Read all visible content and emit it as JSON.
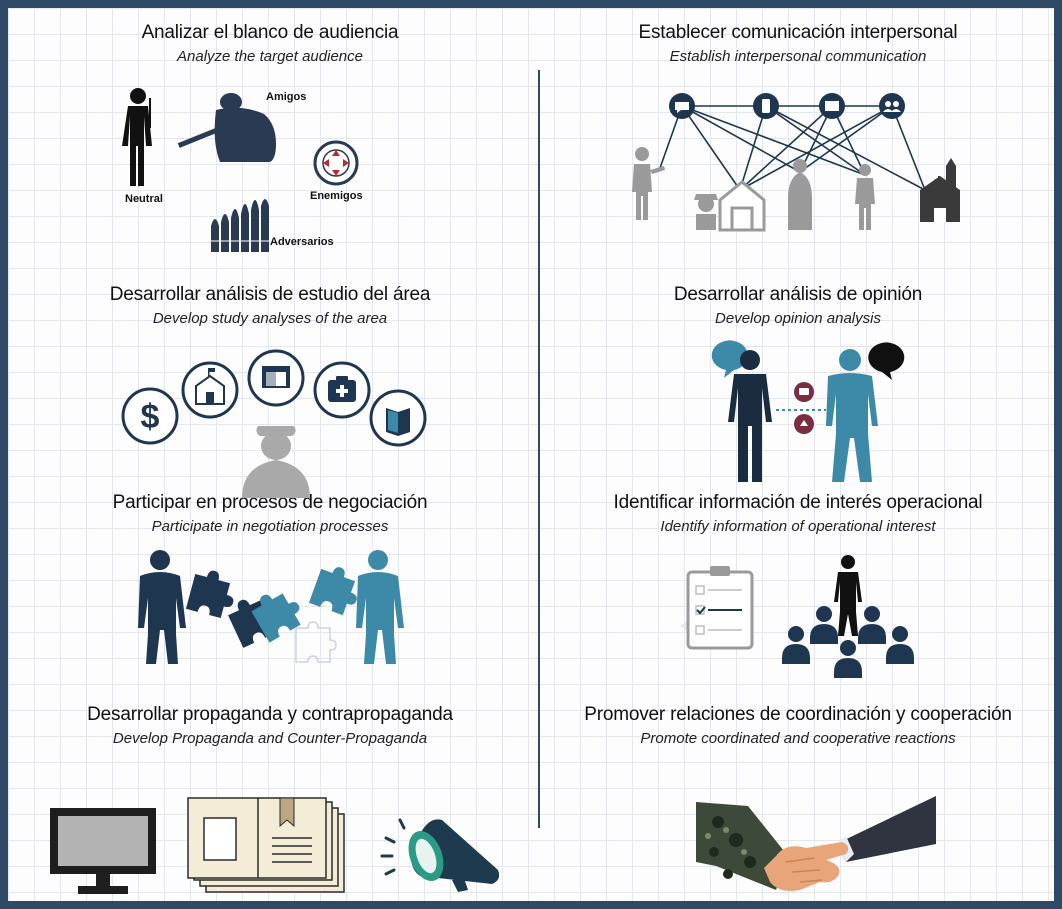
{
  "sections": [
    {
      "title_es": "Analizar el blanco de audiencia",
      "title_en": "Analyze the target audience"
    },
    {
      "title_es": "Establecer comunicación interpersonal",
      "title_en": "Establish interpersonal communication"
    },
    {
      "title_es": "Desarrollar análisis de estudio del área",
      "title_en": "Develop study analyses of the area"
    },
    {
      "title_es": "Desarrollar análisis de opinión",
      "title_en": "Develop opinion analysis"
    },
    {
      "title_es": "Participar en procesos de negociación",
      "title_en": "Participate in negotiation processes"
    },
    {
      "title_es": "Identificar información de interés operacional",
      "title_en": "Identify information of operational interest"
    },
    {
      "title_es": "Desarrollar propaganda y contrapropaganda",
      "title_en": "Develop Propaganda and Counter-Propaganda"
    },
    {
      "title_es": "Promover relaciones de coordinación y cooperación",
      "title_en": "Promote coordinated and cooperative reactions"
    }
  ],
  "audience_labels": {
    "amigos": "Amigos",
    "neutral": "Neutral",
    "enemigos": "Enemigos",
    "adversarios": "Adversarios"
  },
  "colors": {
    "navy": "#1f3650",
    "teal": "#3d8aa8",
    "gray": "#a9a9a9",
    "maroon": "#7b2e40",
    "border": "#2e4a66"
  }
}
